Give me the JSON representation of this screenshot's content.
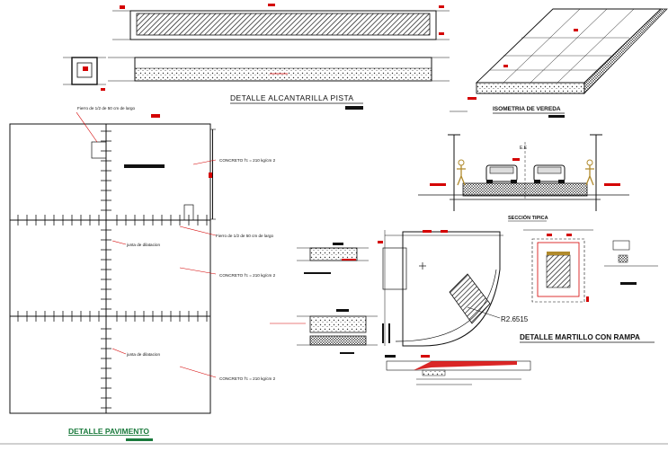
{
  "titles": {
    "alcantarilla": "DETALLE ALCANTARILLA PISTA",
    "isometria": "ISOMETRIA DE VEREDA",
    "seccion": "SECCIÓN TIPICA",
    "martillo": "DETALLE MARTILLO CON RAMPA",
    "pavimento": "DETALLE PAVIMENTO"
  },
  "notes": {
    "fierro_top": "Fierro de 1/2  de 50 cm de largo",
    "fierro_mid": "Fierro de 1/2  de 50 cm de largo",
    "concreto_1": "CONCRETO f'c = 210 kg/cm 2",
    "concreto_2": "CONCRETO f'c = 210 kg/cm 2",
    "concreto_3": "CONCRETO f'c = 210 kg/cm 2",
    "junta_1": "junta de dilatacion",
    "junta_2": "junta de dilatacion",
    "radius": "R2.6515",
    "axis": "E.E"
  },
  "colors": {
    "line": "#111111",
    "annotation": "#d40000",
    "title_green": "#1a7a3c",
    "dim": "#222222",
    "section_fill": "#555555"
  }
}
